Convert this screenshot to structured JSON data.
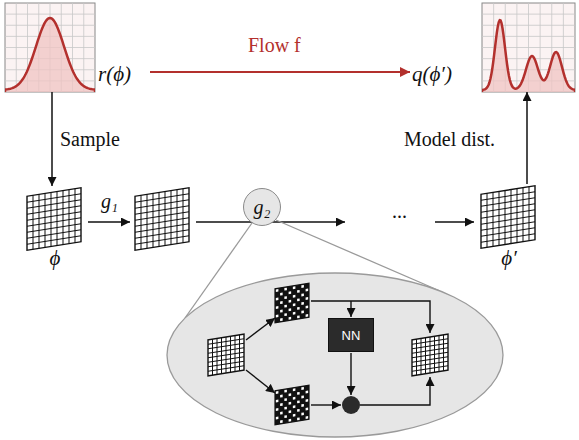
{
  "diagram": {
    "nodes": [
      {
        "text": [
          "r(ϕ)"
        ]
      },
      {
        "text": [
          "q(ϕ′)"
        ]
      },
      {
        "text": [
          "ϕ"
        ]
      },
      {
        "text": [
          "g₂"
        ]
      },
      {
        "text": [
          "ϕ′"
        ]
      },
      {
        "text": [
          "NN"
        ]
      }
    ],
    "edges": [
      {
        "from": 0,
        "to": 1,
        "arrow": "to",
        "label": "Flow f"
      },
      {
        "from": 0,
        "to": 2,
        "arrow": "to",
        "label": "Sample"
      },
      {
        "from": 4,
        "to": 1,
        "arrow": "to",
        "label": "Model dist."
      }
    ],
    "labels": [
      "g₁",
      "..."
    ]
  }
}
